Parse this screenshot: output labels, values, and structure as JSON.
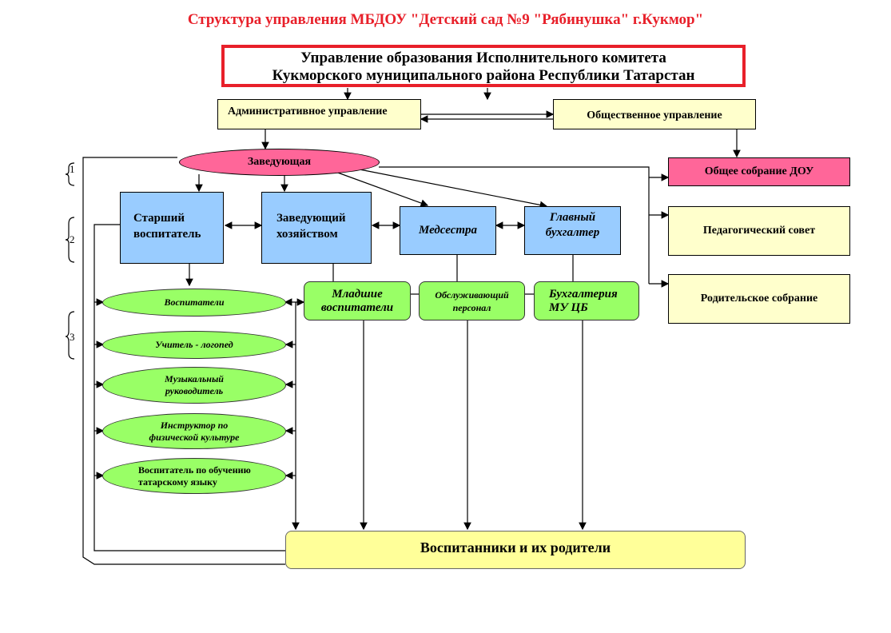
{
  "title": "Структура управления МБДОУ \"Детский сад №9 \"Рябинушка\" г.Кукмор\"",
  "top_authority": {
    "line1": "Управление образования Исполнительного комитета",
    "line2": "Кукморского муниципального района Республики Татарстан"
  },
  "administrative": "Административное управление",
  "public": "Общественное управление",
  "head": "Заведующая",
  "level_labels": [
    "1",
    "2",
    "3"
  ],
  "level2": {
    "senior_teacher": [
      "Старший",
      "воспитатель"
    ],
    "supply_manager": [
      "Заведующий",
      "хозяйством"
    ],
    "nurse": "Медсестра",
    "chief_accountant": [
      "Главный",
      "бухгалтер"
    ]
  },
  "public_bodies": {
    "general_meeting": "Общее собрание ДОУ",
    "pedagogical_council": "Педагогический совет",
    "parent_meeting": "Родительское собрание"
  },
  "level3_staff": {
    "junior_teachers": [
      "Младшие",
      "воспитатели"
    ],
    "service_staff": [
      "Обслуживающий",
      "персонал"
    ],
    "accounting": [
      "Бухгалтерия",
      "МУ ЦБ"
    ]
  },
  "pedagogues": [
    [
      "Воспитатели"
    ],
    [
      "Учитель - логопед"
    ],
    [
      "Музыкальный",
      "руководитель"
    ],
    [
      "Инструктор по",
      "физической культуре"
    ],
    [
      "Воспитатель по обучению",
      "татарскому языку"
    ]
  ],
  "pupils": "Воспитанники и их родители",
  "colors": {
    "title_red": "#e8202a",
    "yellow_box": "#ffffcc",
    "pink": "#ff6699",
    "blue": "#99ccff",
    "green": "#99ff66",
    "pupils_yellow": "#ffff99"
  }
}
